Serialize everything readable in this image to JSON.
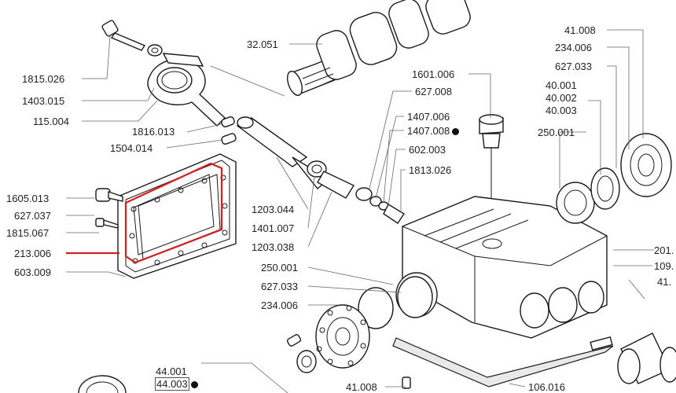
{
  "labels": {
    "l1815026": "1815.026",
    "l1403015": "1403.015",
    "l115004": "115.004",
    "l1816013": "1816.013",
    "l1504014": "1504.014",
    "l1605013": "1605.013",
    "l627037": "627.037",
    "l1815067": "1815.067",
    "l213006": "213.006",
    "l603009": "603.009",
    "l32051": "32.051",
    "l1203044": "1203.044",
    "l1401007": "1401.007",
    "l1203038": "1203.038",
    "l250001a": "250.001",
    "l627033a": "627.033",
    "l234006a": "234.006",
    "l1601006": "1601.006",
    "l627008": "627.008",
    "l1407006": "1407.006",
    "l1407008": "1407.008",
    "l602003": "602.003",
    "l1813026": "1813.026",
    "l41008a": "41.008",
    "l234006b": "234.006",
    "l627033b": "627.033",
    "l40001": "40.001",
    "l40002": "40.002",
    "l40003": "40.003",
    "l250001b": "250.001",
    "l201": "201.",
    "l109": "109.",
    "l41": "41.",
    "l44001": "44.001",
    "l44003": "44.003",
    "l41008b": "41.008",
    "l106016": "106.016"
  },
  "highlight_color": "#d42020"
}
